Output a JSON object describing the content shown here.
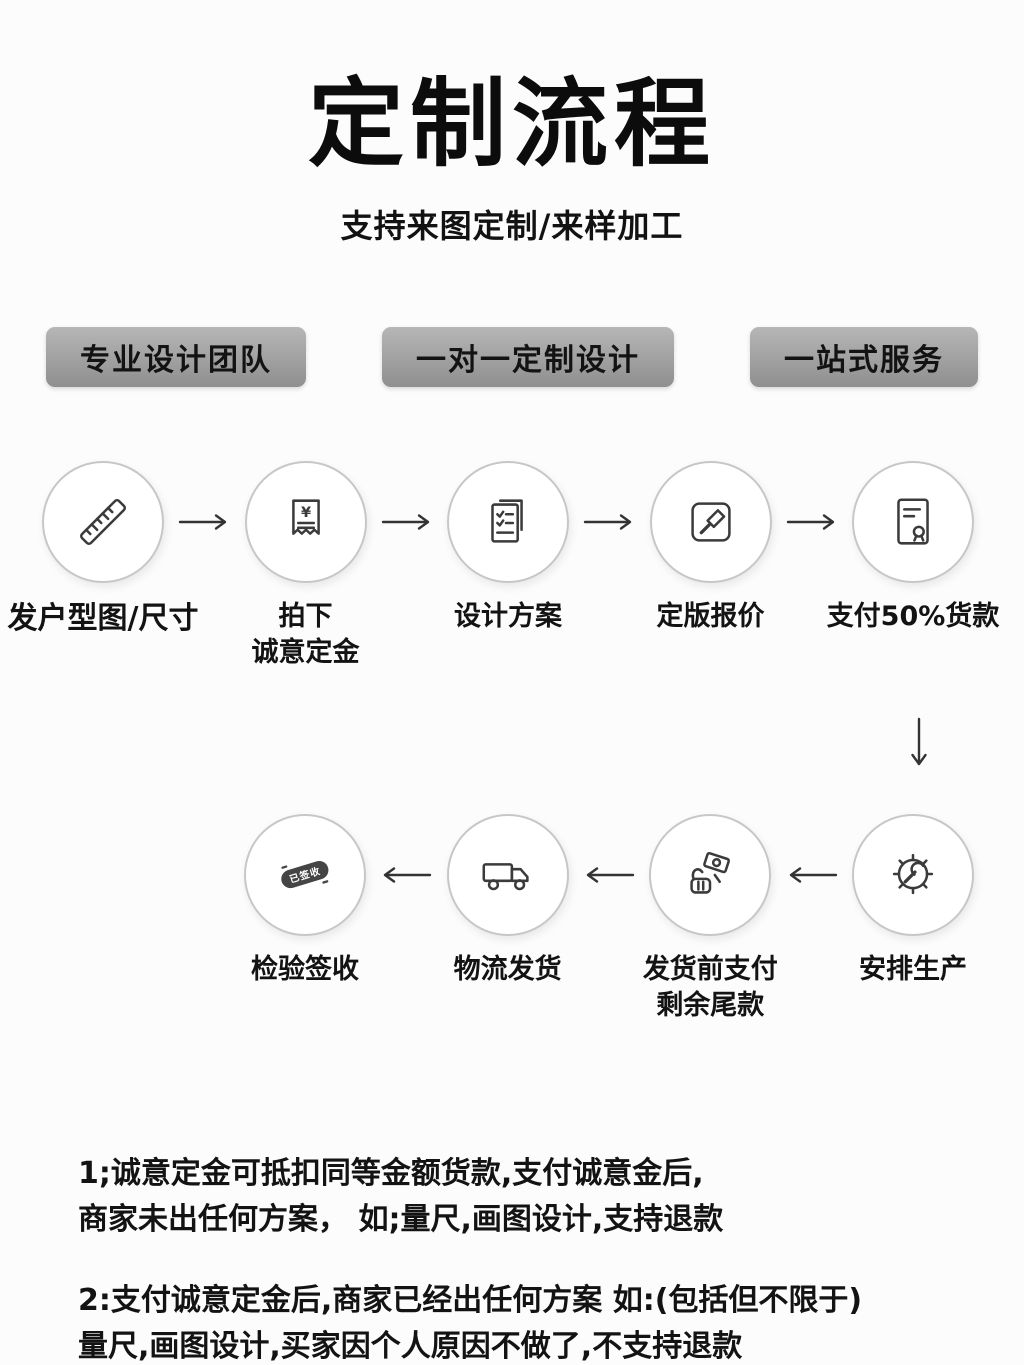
{
  "page": {
    "title": "定制流程",
    "subtitle": "支持来图定制/来样加工"
  },
  "badges": [
    {
      "label": "专业设计团队"
    },
    {
      "label": "一对一定制设计"
    },
    {
      "label": "一站式服务"
    }
  ],
  "flow": {
    "top_steps": [
      {
        "icon": "ruler-icon",
        "label": "发户型图/尺寸"
      },
      {
        "icon": "deposit-receipt-icon",
        "label": "拍下\n诚意定金",
        "icon_text": "¥"
      },
      {
        "icon": "design-plan-icon",
        "label": "设计方案"
      },
      {
        "icon": "gavel-icon",
        "label": "定版报价"
      },
      {
        "icon": "contract-seal-icon",
        "label": "支付50%货款"
      }
    ],
    "bottom_steps": [
      {
        "icon": "signed-stamp-icon",
        "label": "检验签收",
        "stamp_text": "已签收"
      },
      {
        "icon": "truck-icon",
        "label": "物流发货"
      },
      {
        "icon": "hand-payment-icon",
        "label": "发货前支付\n剩余尾款"
      },
      {
        "icon": "gear-wrench-icon",
        "label": "安排生产"
      }
    ]
  },
  "notes": [
    {
      "text": "1;诚意定金可抵扣同等金额货款,支付诚意金后,\n商家未出任何方案， 如;量尺,画图设计,支持退款"
    },
    {
      "text": "2:支付诚意定金后,商家已经出任何方案 如:(包括但不限于)\n量尺,画图设计,买家因个人原因不做了,不支持退款"
    }
  ]
}
